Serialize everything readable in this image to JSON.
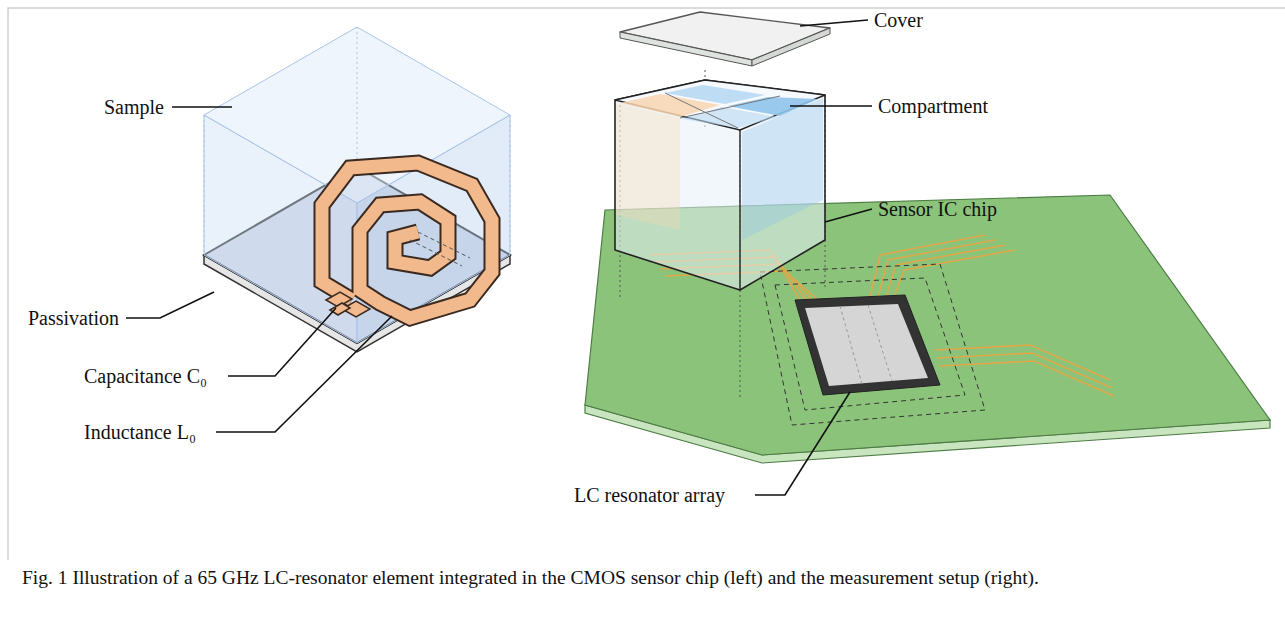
{
  "diagram": {
    "caption": "Fig. 1 Illustration of a 65 GHz LC-resonator element integrated in the CMOS sensor chip (left) and the measurement setup (right).",
    "labels": [
      "Sample",
      "Passivation",
      "Capacitance C₀",
      "Inductance L₀",
      "Cover",
      "Compartment",
      "Sensor IC chip",
      "LC resonator array"
    ]
  }
}
